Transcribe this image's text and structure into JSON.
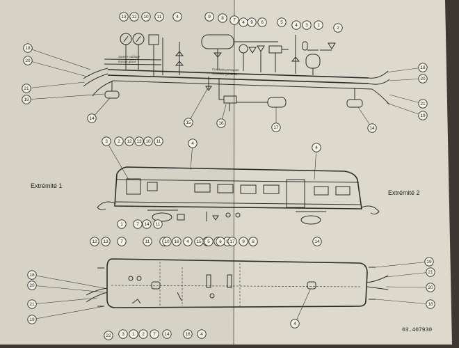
{
  "labels": {
    "extremite_1": "Extrémité 1",
    "extremite_2": "Extrémité 2",
    "reference": "03.407930",
    "pipe_top": "Conduite principale",
    "pipe_bottom": "Conduite générale",
    "line_1": "Sauver cablage",
    "line_2": "Essuie glace"
  },
  "colors": {
    "page_left": "#d6d3c6",
    "page_right": "#dddacd",
    "background": "#3d3833",
    "ink": "#2b2b2b"
  },
  "callouts": {
    "schematic_top": [
      "13",
      "12",
      "10",
      "11",
      "4",
      "9",
      "8",
      "7",
      "4",
      "9",
      "6",
      "5",
      "4",
      "3",
      "1",
      "2"
    ],
    "schematic_left": [
      "18",
      "20",
      "21",
      "19",
      "14"
    ],
    "schematic_right": [
      "18",
      "20",
      "21",
      "19",
      "14"
    ],
    "schematic_mid": [
      "15",
      "16",
      "17"
    ],
    "side_top": [
      "3",
      "2",
      "12",
      "13",
      "10",
      "11",
      "4",
      "4"
    ],
    "side_bottom": [
      "1",
      "7",
      "14",
      "11",
      "9",
      "5",
      "9",
      "6",
      "8"
    ],
    "plan_top": [
      "12",
      "13",
      "7",
      "11",
      "10",
      "4",
      "16",
      "15",
      "5",
      "6",
      "17",
      "9",
      "8",
      "14"
    ],
    "plan_left": [
      "18",
      "20",
      "21",
      "19"
    ],
    "plan_right": [
      "19",
      "21",
      "20",
      "18"
    ],
    "plan_bottom": [
      "22",
      "3",
      "1",
      "2",
      "7",
      "14",
      "16",
      "4",
      "4"
    ]
  }
}
